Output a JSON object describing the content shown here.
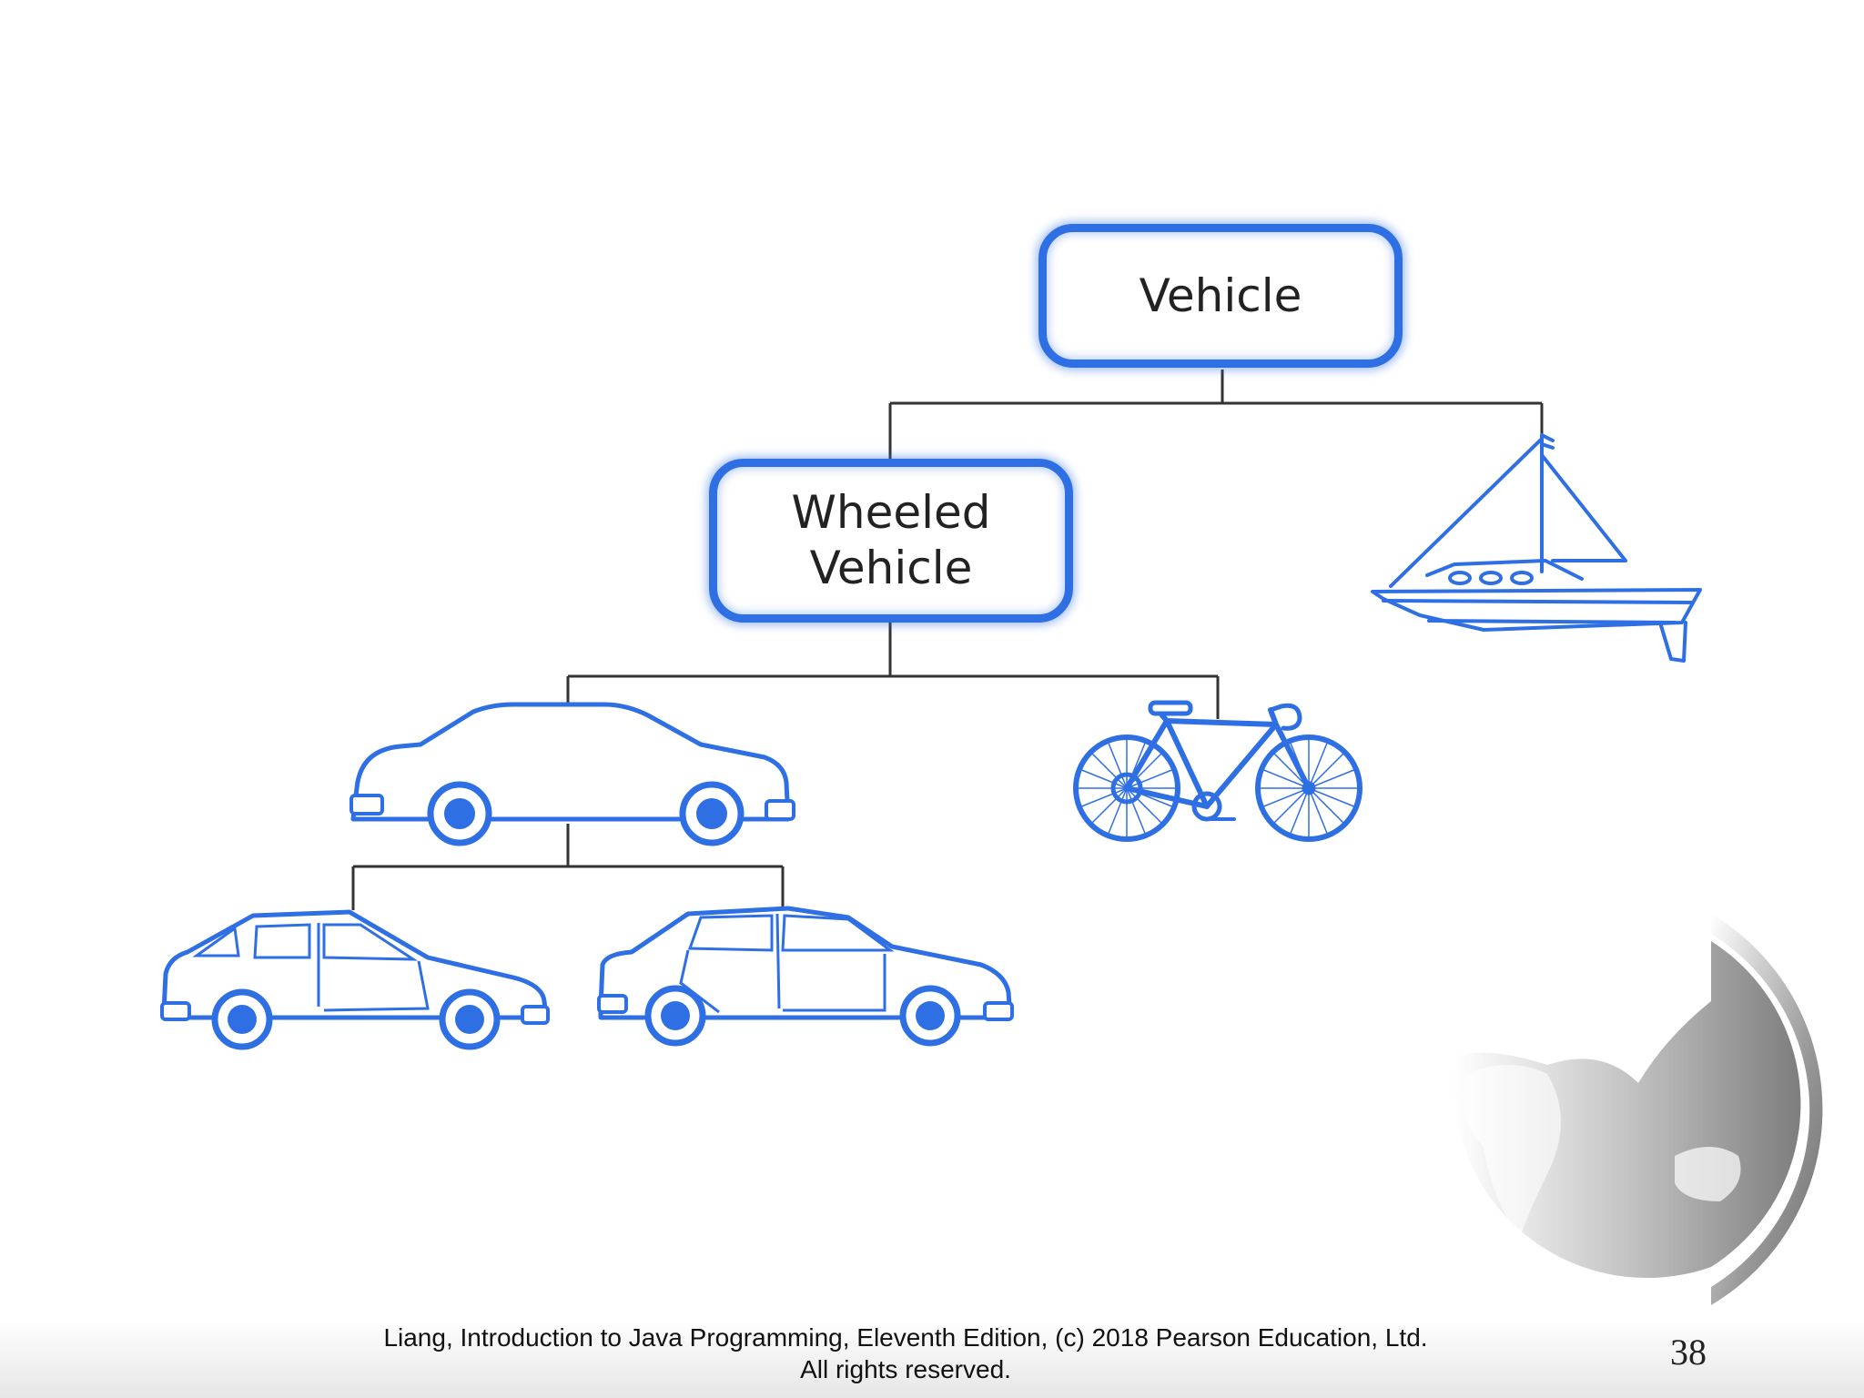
{
  "diagram": {
    "root": {
      "label": "Vehicle"
    },
    "wheeled": {
      "lines": [
        "Wheeled",
        "Vehicle"
      ]
    },
    "icons": [
      "sailboat-icon",
      "sedan-car-icon",
      "bicycle-icon",
      "hatchback-car-icon",
      "four-door-car-icon"
    ],
    "colors": {
      "accent": "#2f6fe4",
      "connector": "#333333",
      "globe": "#8a8a8a"
    }
  },
  "footer": {
    "lines": [
      "Liang, Introduction to Java Programming, Eleventh Edition, (c) 2018 Pearson Education, Ltd.",
      "All rights reserved."
    ],
    "page_number": "38"
  }
}
